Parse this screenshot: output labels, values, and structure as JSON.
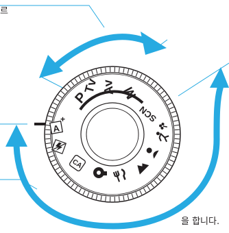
{
  "callouts": {
    "top_fragment": "르",
    "bottom_fragment": "을 합니다."
  },
  "dial": {
    "modes": {
      "p": "P",
      "tv": "Tv",
      "av": "Av",
      "m": "M",
      "scn": "SCN",
      "auto_plus": "A",
      "auto_plus_mark": "+",
      "ca": "CA"
    },
    "icons": [
      "creative-filter-icon",
      "food-icon",
      "landscape-icon",
      "portrait-icon",
      "sports-icon",
      "close-up-icon",
      "flash-off-icon",
      "creative-auto-icon"
    ]
  },
  "colors": {
    "arrow": "#27aae1",
    "line": "#27aae1",
    "ink": "#231f20"
  }
}
